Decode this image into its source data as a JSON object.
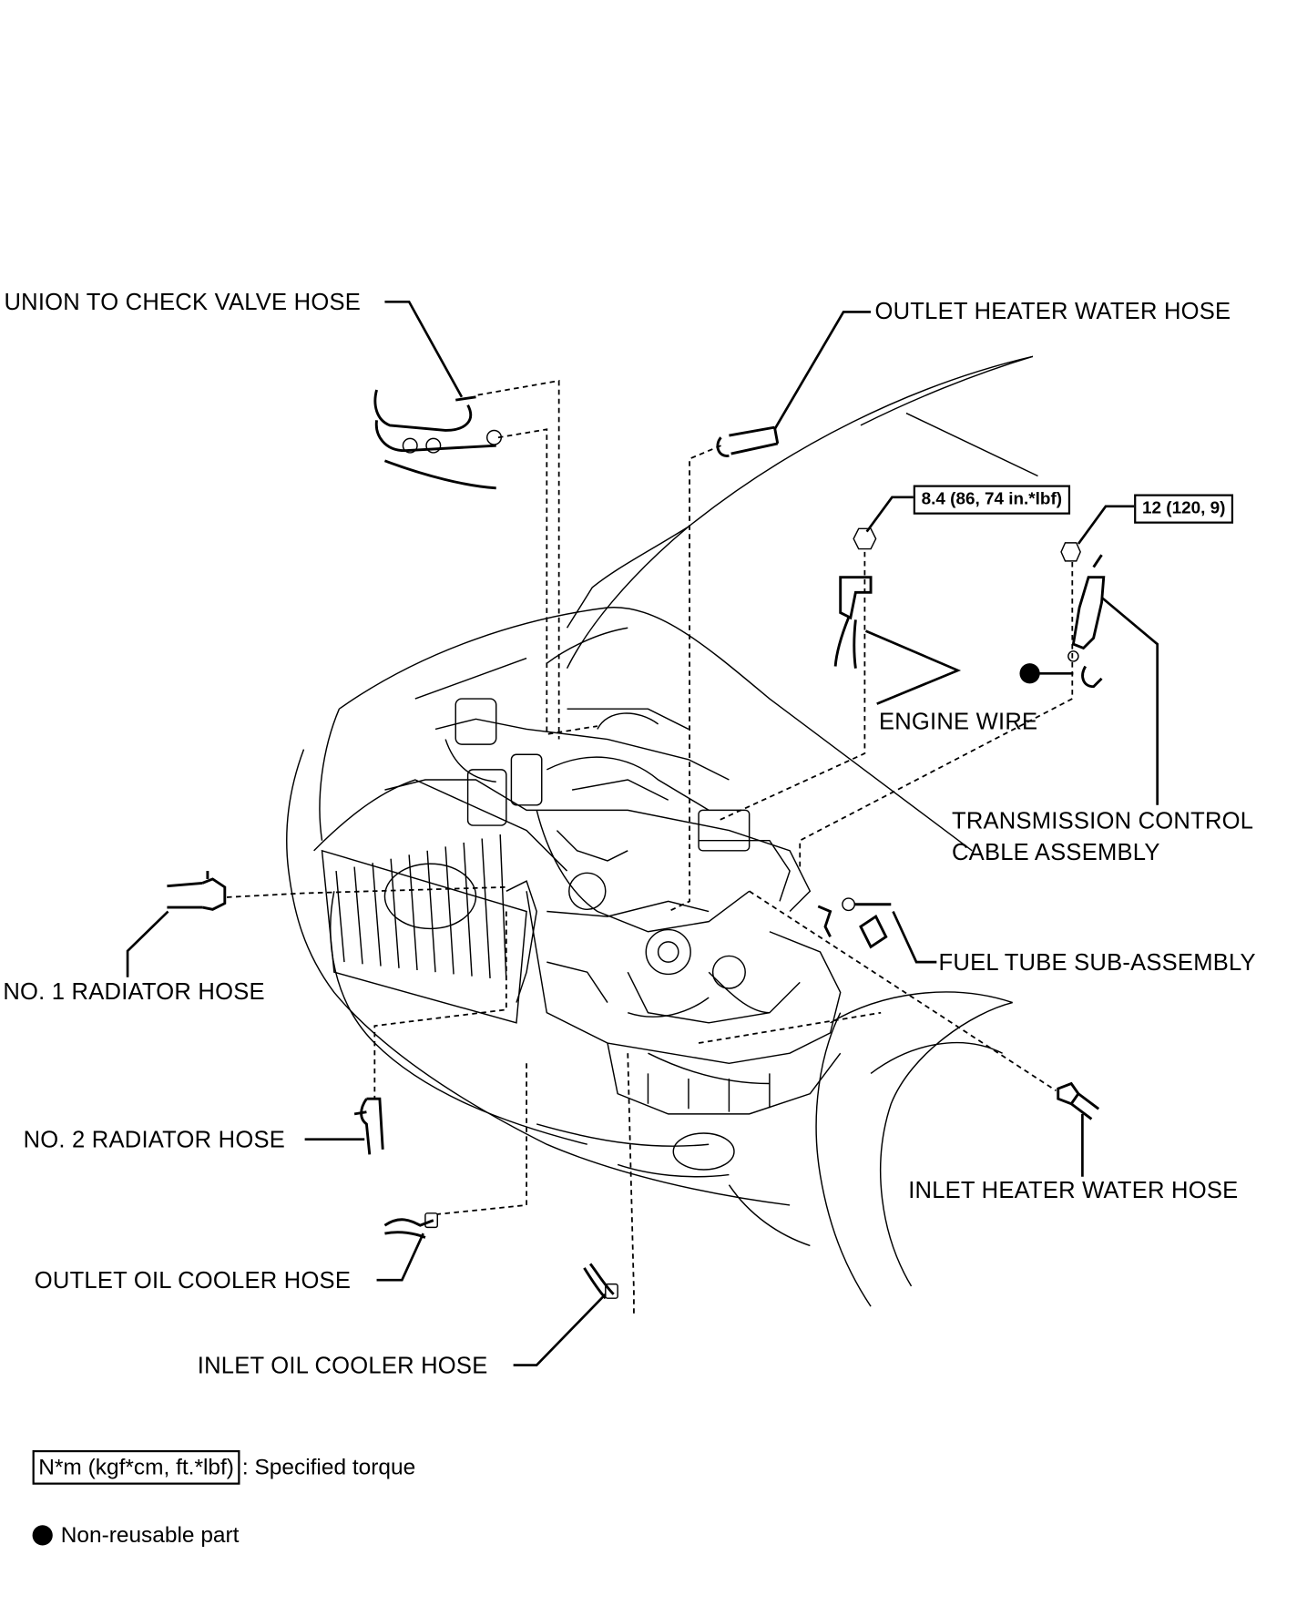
{
  "labels": {
    "union_check_valve_hose": "UNION TO CHECK VALVE HOSE",
    "outlet_heater_water_hose": "OUTLET HEATER WATER HOSE",
    "engine_wire": "ENGINE WIRE",
    "transmission_control_cable_1": "TRANSMISSION CONTROL",
    "transmission_control_cable_2": "CABLE ASSEMBLY",
    "no1_radiator_hose": "NO. 1 RADIATOR HOSE",
    "fuel_tube": "FUEL TUBE SUB-ASSEMBLY",
    "no2_radiator_hose": "NO. 2 RADIATOR HOSE",
    "inlet_heater_water_hose": "INLET HEATER WATER HOSE",
    "outlet_oil_cooler_hose": "OUTLET OIL COOLER HOSE",
    "inlet_oil_cooler_hose": "INLET OIL COOLER HOSE"
  },
  "torques": {
    "engine_wire_nut": "8.4 (86, 74 in.*lbf)",
    "cable_nut": "12 (120, 9)"
  },
  "legend": {
    "torque_unit": "N*m (kgf*cm, ft.*lbf)",
    "torque_text": ": Specified torque",
    "non_reusable": "Non-reusable part"
  },
  "icons": {
    "non_reusable_marker": "filled-circle",
    "nut": "hex-nut"
  }
}
